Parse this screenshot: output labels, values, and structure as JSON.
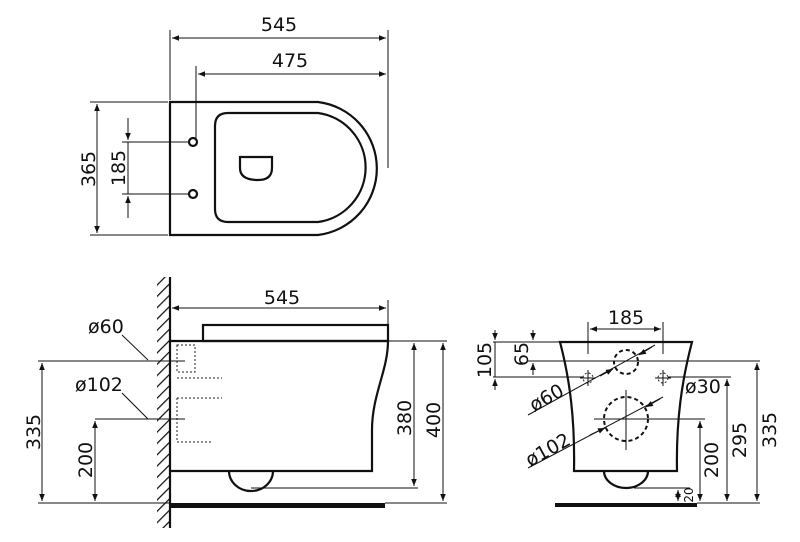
{
  "top_view": {
    "overall_length": "545",
    "seat_length": "475",
    "width": "365",
    "fixing_spacing": "185"
  },
  "side_view": {
    "overall_length": "545",
    "water_inlet_diameter": "ø60",
    "outlet_diameter": "ø102",
    "inlet_height": "335",
    "outlet_height": "200",
    "bowl_height": "380",
    "total_height": "400"
  },
  "front_view": {
    "fixing_spacing": "185",
    "top_to_fixing": "105",
    "top_to_inlet": "65",
    "inlet_diameter": "ø60",
    "outlet_diameter": "ø102",
    "fixing_hole_diameter": "ø30",
    "outlet_height": "200",
    "fixing_height": "295",
    "inlet_height": "335",
    "floor_gap": "20"
  }
}
